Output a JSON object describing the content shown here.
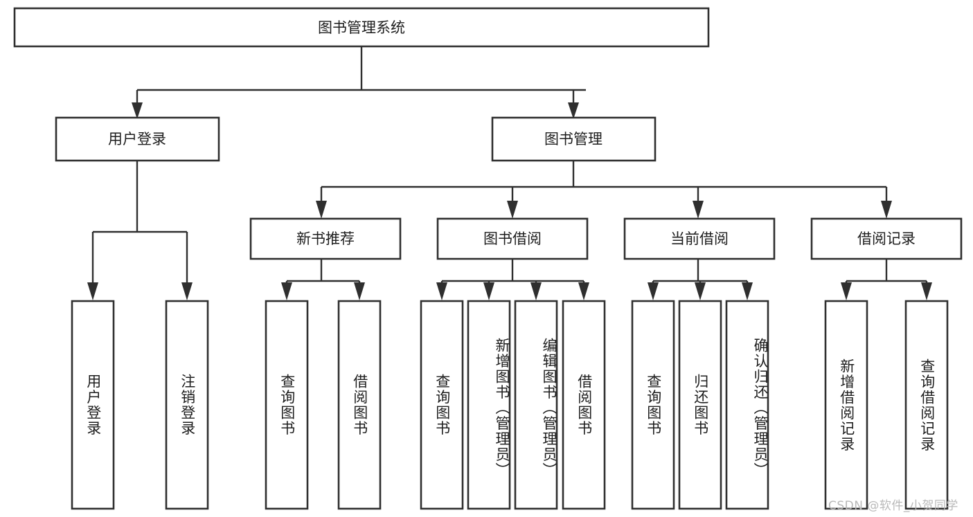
{
  "diagram": {
    "type": "tree-hierarchy",
    "title": "图书管理系统",
    "orientation": "top-down",
    "colors": {
      "background": "#ffffff",
      "box_fill": "#ffffff",
      "box_stroke": "#2f2f2f",
      "text": "#1d1d1d",
      "watermark": "#b9b9b9"
    },
    "root": {
      "id": "root",
      "label": "图书管理系统",
      "level": 1,
      "orientation": "horizontal"
    },
    "level2": [
      {
        "id": "user-login",
        "label": "用户登录",
        "level": 2,
        "orientation": "horizontal"
      },
      {
        "id": "book-manage",
        "label": "图书管理",
        "level": 2,
        "orientation": "horizontal"
      }
    ],
    "level3": [
      {
        "id": "new-book-rec",
        "label": "新书推荐",
        "level": 3,
        "orientation": "horizontal",
        "parent": "book-manage"
      },
      {
        "id": "book-borrow",
        "label": "图书借阅",
        "level": 3,
        "orientation": "horizontal",
        "parent": "book-manage"
      },
      {
        "id": "current-borrow",
        "label": "当前借阅",
        "level": 3,
        "orientation": "horizontal",
        "parent": "book-manage"
      },
      {
        "id": "borrow-record",
        "label": "借阅记录",
        "level": 3,
        "orientation": "horizontal",
        "parent": "borrow-record-parent"
      }
    ],
    "leaves": [
      {
        "id": "leaf-user-login",
        "label": "用户登录",
        "parent": "user-login",
        "orientation": "vertical"
      },
      {
        "id": "leaf-user-logout",
        "label": "注销登录",
        "parent": "user-login",
        "orientation": "vertical"
      },
      {
        "id": "leaf-query-book-1",
        "label": "查询图书",
        "parent": "new-book-rec",
        "orientation": "vertical"
      },
      {
        "id": "leaf-borrow-book-1",
        "label": "借阅图书",
        "parent": "new-book-rec",
        "orientation": "vertical"
      },
      {
        "id": "leaf-query-book-2",
        "label": "查询图书",
        "parent": "book-borrow",
        "orientation": "vertical"
      },
      {
        "id": "leaf-add-book",
        "label": "新增图书（管理员）",
        "parent": "book-borrow",
        "orientation": "vertical"
      },
      {
        "id": "leaf-edit-book",
        "label": "编辑图书（管理员）",
        "parent": "book-borrow",
        "orientation": "vertical"
      },
      {
        "id": "leaf-borrow-book-2",
        "label": "借阅图书",
        "parent": "book-borrow",
        "orientation": "vertical"
      },
      {
        "id": "leaf-query-book-3",
        "label": "查询图书",
        "parent": "current-borrow",
        "orientation": "vertical"
      },
      {
        "id": "leaf-return-book",
        "label": "归还图书",
        "parent": "current-borrow",
        "orientation": "vertical"
      },
      {
        "id": "leaf-confirm-return",
        "label": "确认归还（管理员）",
        "parent": "current-borrow",
        "orientation": "vertical"
      },
      {
        "id": "leaf-add-record",
        "label": "新增借阅记录",
        "parent": "borrow-record",
        "orientation": "vertical"
      },
      {
        "id": "leaf-query-record",
        "label": "查询借阅记录",
        "parent": "borrow-record",
        "orientation": "vertical"
      }
    ]
  },
  "watermark": {
    "text": "CSDN @软件_小贺同学"
  }
}
